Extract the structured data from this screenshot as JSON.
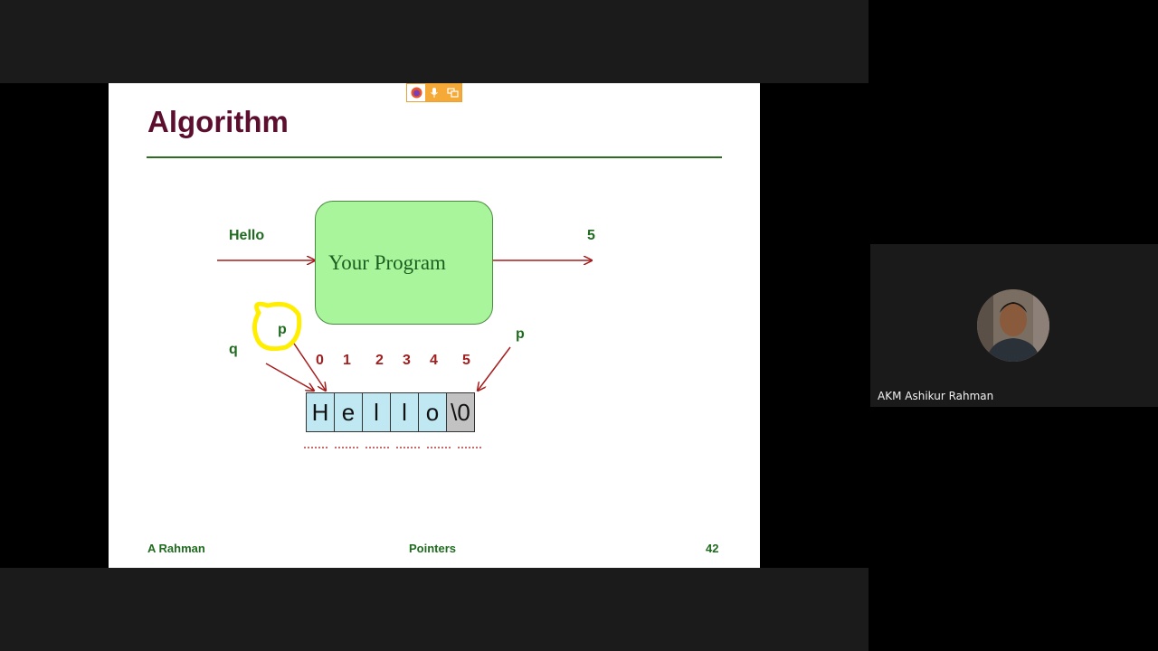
{
  "slide": {
    "title": "Algorithm",
    "input_label": "Hello",
    "program_label": "Your Program",
    "output_label": "5",
    "pointer_q": "q",
    "pointer_p_left": "p",
    "pointer_p_right": "p",
    "indices": [
      "0",
      "1",
      "2",
      "3",
      "4",
      "5"
    ],
    "chars": [
      "H",
      "e",
      "l",
      "l",
      "o",
      "\\0"
    ],
    "footer_left": "A Rahman",
    "footer_center": "Pointers",
    "footer_right": "42"
  },
  "colors": {
    "title": "#5c0e2e",
    "label_green": "#1f6b1f",
    "index_red": "#a02020",
    "arrow_red": "#a51d1d",
    "program_fill": "#a9f59c",
    "cell_fill": "#bfe8f3",
    "null_fill": "#c2c2c2",
    "highlight": "#ffee00"
  },
  "share_toolbar": {
    "icons": [
      "firefox-icon",
      "microphone-icon",
      "window-share-icon"
    ]
  },
  "video": {
    "participant_name": "AKM Ashikur Rahman"
  }
}
